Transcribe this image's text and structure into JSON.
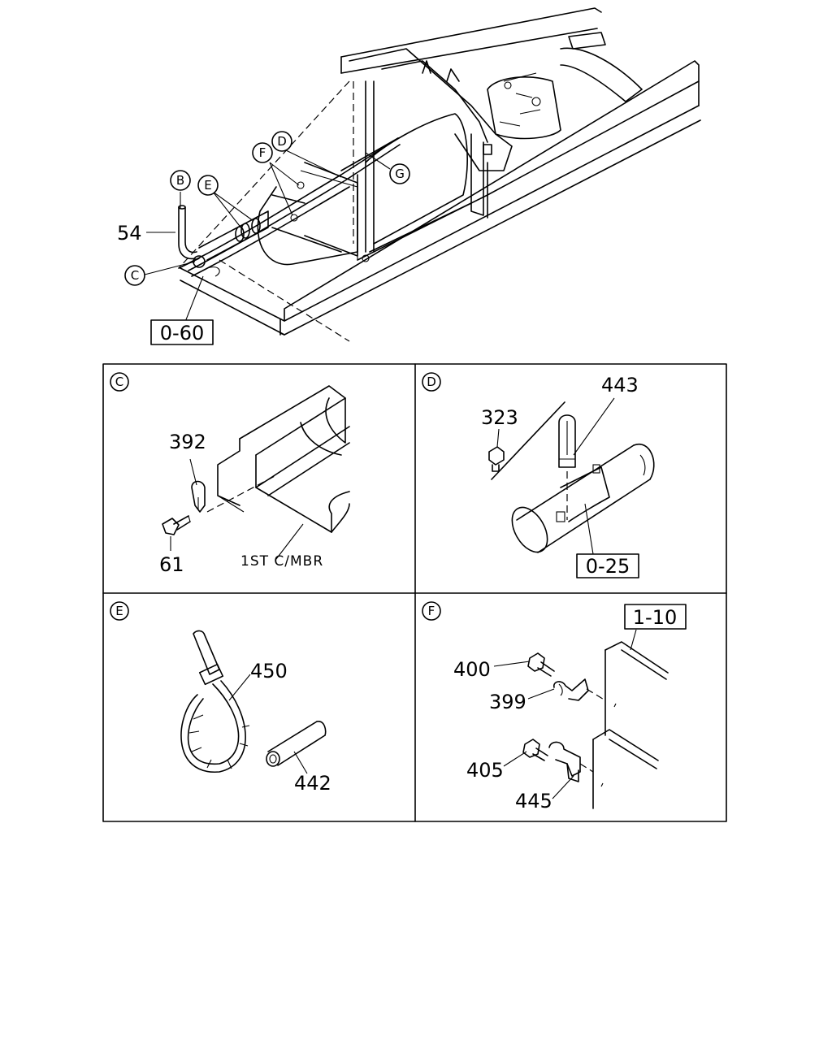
{
  "main_view": {
    "callouts": {
      "B": "B",
      "C": "C",
      "D": "D",
      "E": "E",
      "F": "F",
      "G": "G"
    },
    "part_54": "54",
    "ref_box": "0-60"
  },
  "panel_c": {
    "tag": "C",
    "part_392": "392",
    "part_61": "61",
    "member_label": "1ST C/MBR"
  },
  "panel_d": {
    "tag": "D",
    "part_323": "323",
    "part_443": "443",
    "ref_box": "0-25"
  },
  "panel_e": {
    "tag": "E",
    "part_450": "450",
    "part_442": "442"
  },
  "panel_f": {
    "tag": "F",
    "ref_box": "1-10",
    "part_400": "400",
    "part_399": "399",
    "part_405": "405",
    "part_445": "445"
  }
}
